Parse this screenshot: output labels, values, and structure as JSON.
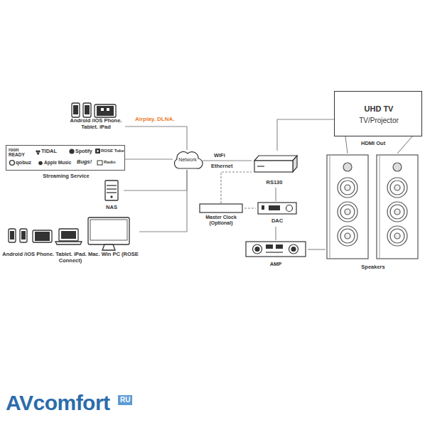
{
  "diagram": {
    "nodes": [
      {
        "text": [
          "Android /iOS Phone. Tablet. iPad"
        ]
      },
      {
        "text": [
          "roon READY",
          "TIDAL",
          "Spotify",
          "ROSE Tube",
          "qobuz",
          "Apple Music",
          "Bugs!",
          "Radio",
          "Streaming Service"
        ]
      },
      {
        "text": [
          "NAS"
        ]
      },
      {
        "text": [
          "Android /iOS Phone. Tablet. iPad. Mac. Win PC (ROSE Connect)"
        ]
      },
      {
        "text": [
          "Network"
        ]
      },
      {
        "text": [
          "RS130"
        ]
      },
      {
        "text": [
          "UHD TV",
          "TV/Projector"
        ]
      },
      {
        "text": [
          "Master Clock (Optional)"
        ]
      },
      {
        "text": [
          "DAC"
        ]
      },
      {
        "text": [
          "AMP"
        ]
      },
      {
        "text": [
          "Speakers"
        ]
      }
    ],
    "edges": [
      {
        "from": 0,
        "to": 4,
        "label": "Airplay. DLNA.",
        "arrow": "none"
      },
      {
        "from": 1,
        "to": 4,
        "arrow": "none"
      },
      {
        "from": 2,
        "to": 4,
        "arrow": "none"
      },
      {
        "from": 3,
        "to": 4,
        "arrow": "none"
      },
      {
        "from": 4,
        "to": 5,
        "label": "WiFi",
        "arrow": "none"
      },
      {
        "from": 5,
        "to": 6,
        "arrow": "none"
      },
      {
        "from": 6,
        "to": 10,
        "label": "HDMI Out",
        "arrow": "none"
      },
      {
        "from": 6,
        "to": 10,
        "arrow": "none"
      },
      {
        "from": 5,
        "to": 8,
        "arrow": "none"
      },
      {
        "from": 7,
        "to": 5,
        "arrow": "none"
      },
      {
        "from": 7,
        "to": 8,
        "arrow": "none"
      },
      {
        "from": 8,
        "to": 9,
        "arrow": "none"
      },
      {
        "from": 9,
        "to": 10,
        "arrow": "none"
      }
    ],
    "labels": [
      "Ethernet",
      "AVcomfort",
      "RU"
    ]
  }
}
